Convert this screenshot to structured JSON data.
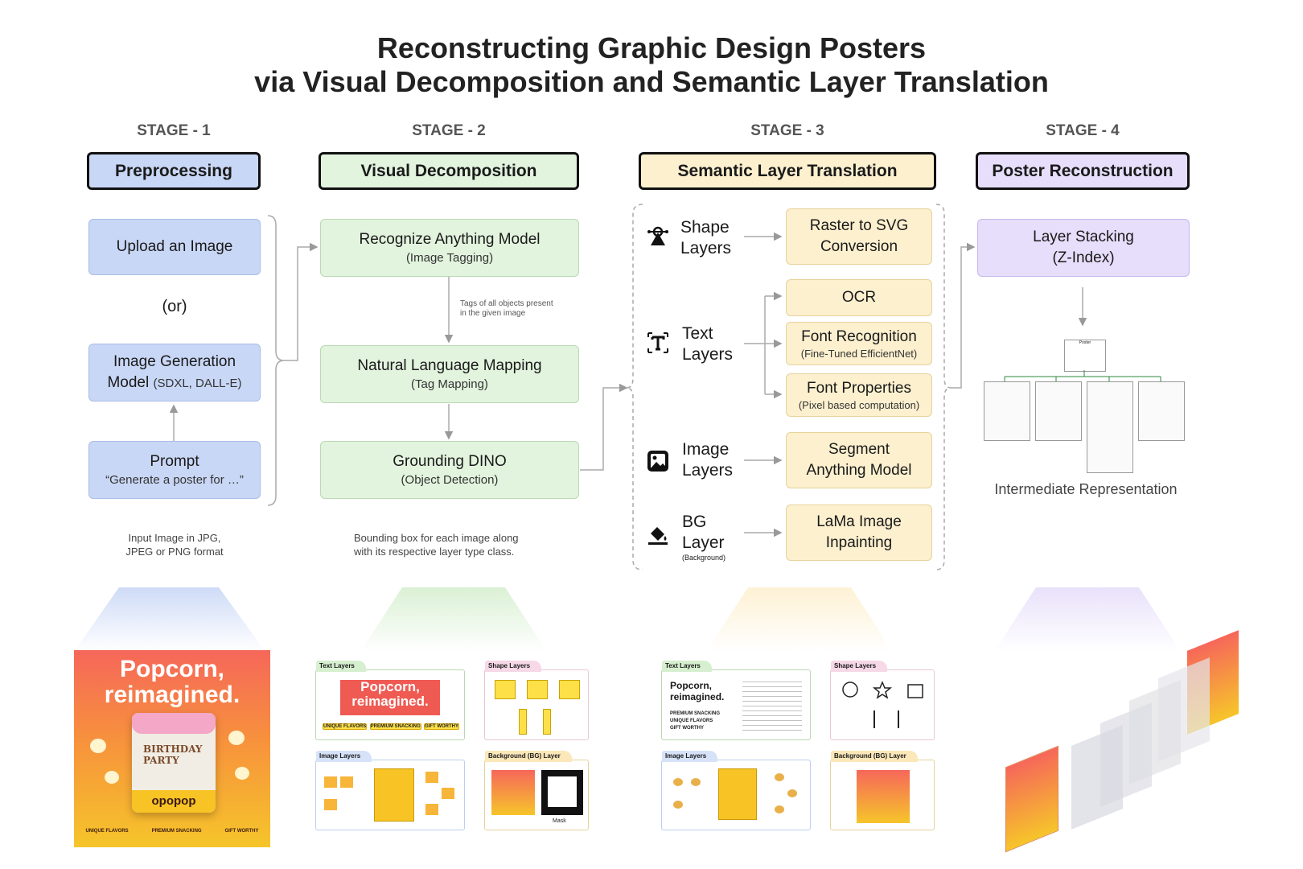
{
  "title": {
    "line1": "Reconstructing Graphic Design Posters",
    "line2": "via Visual Decomposition and Semantic Layer Translation"
  },
  "stages": [
    {
      "label": "STAGE - 1",
      "name": "Preprocessing",
      "color": "#c9d7f6"
    },
    {
      "label": "STAGE - 2",
      "name": "Visual Decomposition",
      "color": "#e2f3de"
    },
    {
      "label": "STAGE - 3",
      "name": "Semantic Layer Translation",
      "color": "#fdf0cf"
    },
    {
      "label": "STAGE - 4",
      "name": "Poster Reconstruction",
      "color": "#e6defa"
    }
  ],
  "stage1": {
    "upload": "Upload an Image",
    "or": "(or)",
    "imggen_line1": "Image  Generation",
    "imggen_line2_main": "Model",
    "imggen_line2_sub": "(SDXL, DALL-E)",
    "prompt_title": "Prompt",
    "prompt_sub": "“Generate a poster for …”",
    "note_line1": "Input Image in JPG,",
    "note_line2": "JPEG or PNG format"
  },
  "stage2": {
    "ram_title": "Recognize Anything Model",
    "ram_sub": "(Image Tagging)",
    "tags_note_line1": "Tags of all objects present",
    "tags_note_line2": "in the given image",
    "nlm_title": "Natural Language Mapping",
    "nlm_sub": "(Tag Mapping)",
    "dino_title": "Grounding DINO",
    "dino_sub": "(Object Detection)",
    "note_line1": "Bounding box for each image along",
    "note_line2": "with its respective layer type class."
  },
  "stage3": {
    "shape_line1": "Shape",
    "shape_line2": "Layers",
    "text_line1": "Text",
    "text_line2": "Layers",
    "image_line1": "Image",
    "image_line2": "Layers",
    "bg_line1": "BG",
    "bg_line2": "Layer",
    "bg_sub": "(Background)",
    "svg_line1": "Raster to SVG",
    "svg_line2": "Conversion",
    "ocr": "OCR",
    "font_rec": "Font Recognition",
    "font_rec_sub": "(Fine-Tuned EfficientNet)",
    "font_prop": "Font Properties",
    "font_prop_sub": "(Pixel based computation)",
    "sam_line1": "Segment",
    "sam_line2": "Anything Model",
    "lama_line1": "LaMa Image",
    "lama_line2": "Inpainting"
  },
  "stage4": {
    "stack_line1": "Layer Stacking",
    "stack_line2": "(Z-Index)",
    "ir_label": "Intermediate Representation",
    "tree_root": "Poster"
  },
  "poster": {
    "title_line1": "Popcorn,",
    "title_line2": "reimagined.",
    "bag_line1": "BIRTHDAY",
    "bag_line2": "PARTY",
    "brand": "opopop",
    "footer": [
      "UNIQUE FLAVORS",
      "PREMIUM SNACKING",
      "GIFT WORTHY"
    ]
  },
  "folders": {
    "text_layers": "Text Layers",
    "shape_layers": "Shape Layers",
    "image_layers": "Image Layers",
    "bg_layer": "Background (BG) Layer",
    "mask": "Mask"
  },
  "stage3_text_preview": {
    "heading_line1": "Popcorn,",
    "heading_line2": "reimagined.",
    "list": [
      "PREMIUM SNACKING",
      "UNIQUE FLAVORS",
      "GIFT WORTHY"
    ]
  }
}
